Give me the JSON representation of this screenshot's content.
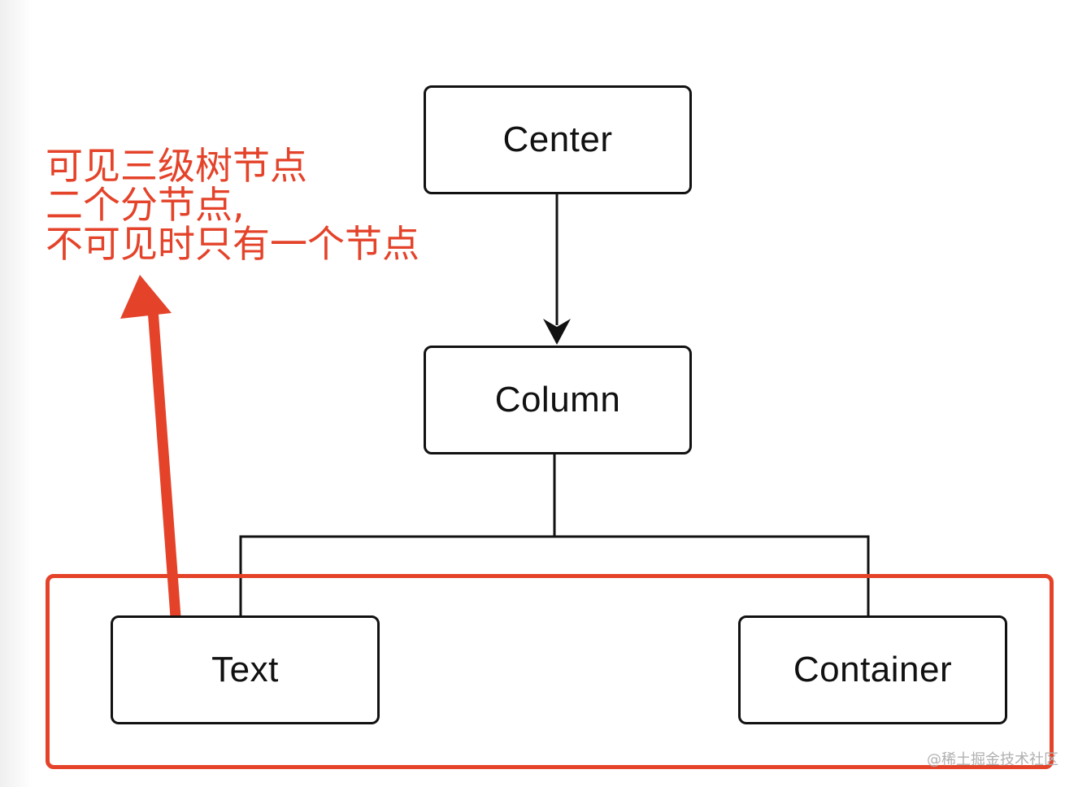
{
  "diagram": {
    "nodes": {
      "center": "Center",
      "column": "Column",
      "text": "Text",
      "container": "Container"
    },
    "edges": [
      {
        "from": "Center",
        "to": "Column",
        "style": "arrow"
      },
      {
        "from": "Column",
        "to": "Text",
        "style": "line"
      },
      {
        "from": "Column",
        "to": "Container",
        "style": "line"
      }
    ]
  },
  "annotation": {
    "lines": [
      "可见三级树节点",
      "二个分节点,",
      "不可见时只有一个节点"
    ],
    "color": "#e4432a"
  },
  "highlight": {
    "target": "Text / Container level",
    "color": "#e4432a"
  },
  "watermark": "@稀土掘金技术社区"
}
